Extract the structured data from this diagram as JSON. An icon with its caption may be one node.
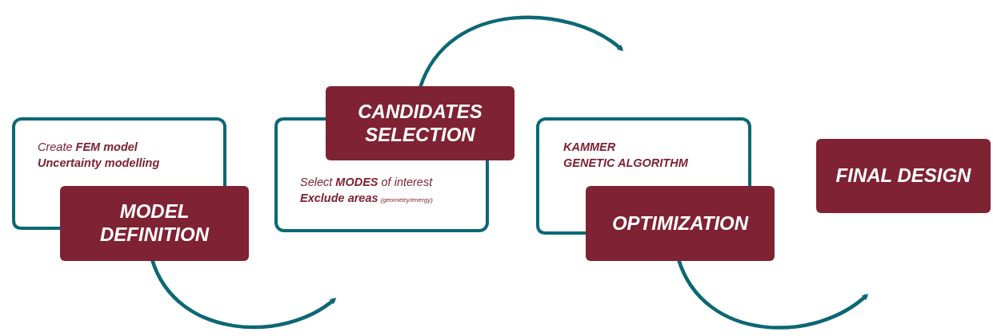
{
  "diagram": {
    "nodes": [
      {
        "text": [
          "Create **FEM model**",
          "Uncertainty modelling"
        ]
      },
      {
        "text": [
          "MODEL DEFINITION"
        ]
      },
      {
        "text": [
          "Select **MODES** of interest",
          "Exclude areas",
          "(geometry/energy)"
        ]
      },
      {
        "text": [
          "CANDIDATES SELECTION"
        ]
      },
      {
        "text": [
          "KAMMER",
          "GENETIC ALGORITHM"
        ]
      },
      {
        "text": [
          "OPTIMIZATION"
        ]
      },
      {
        "text": [
          "FINAL DESIGN"
        ]
      }
    ],
    "edges": [
      {
        "from": 1,
        "to": null,
        "arrow": "to"
      },
      {
        "from": 3,
        "to": null,
        "arrow": "to"
      },
      {
        "from": 5,
        "to": null,
        "arrow": "to"
      }
    ]
  }
}
